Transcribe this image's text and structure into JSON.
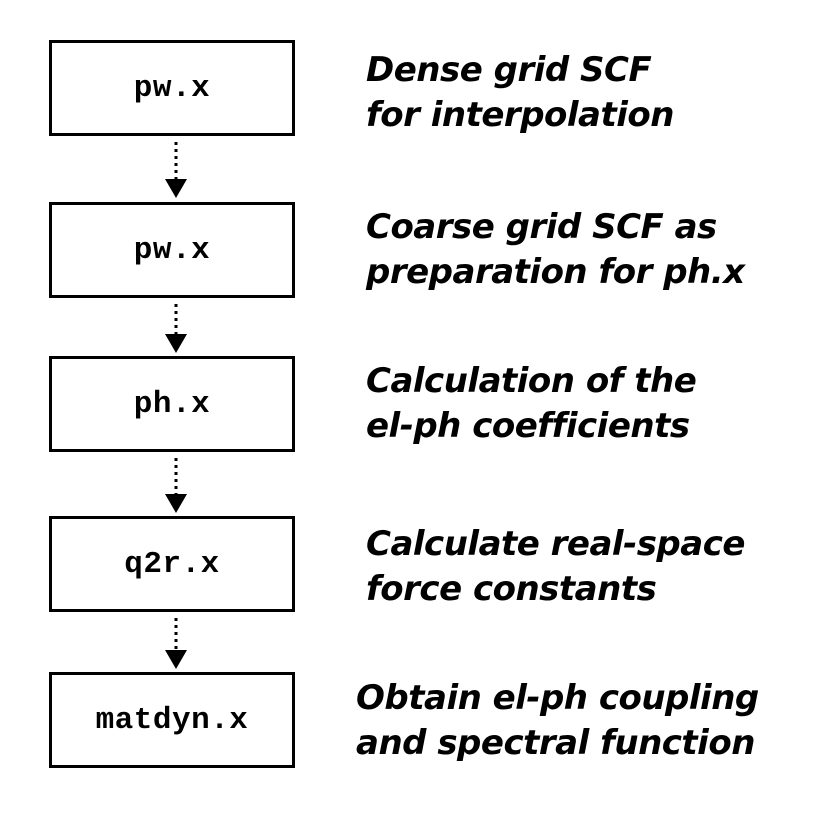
{
  "steps": [
    {
      "program": "pw.x",
      "description": [
        "Dense grid SCF",
        "for interpolation"
      ]
    },
    {
      "program": "pw.x",
      "description": [
        "Coarse grid SCF as",
        "preparation for ph.x"
      ]
    },
    {
      "program": "ph.x",
      "description": [
        "Calculation of the",
        "el-ph coefficients"
      ]
    },
    {
      "program": "q2r.x",
      "description": [
        "Calculate real-space",
        "force constants"
      ]
    },
    {
      "program": "matdyn.x",
      "description": [
        "Obtain el-ph coupling",
        "and spectral function"
      ]
    }
  ],
  "colors": {
    "box_border": "#000000",
    "text": "#000000",
    "background": "#ffffff"
  }
}
